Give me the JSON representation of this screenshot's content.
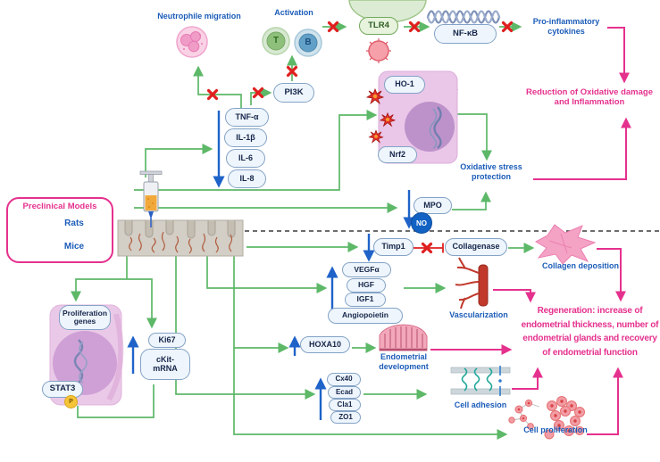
{
  "colors": {
    "green": "#5db868",
    "blue": "#1f63c9",
    "pink": "#e5318e",
    "red": "#e01f1f",
    "blue_text": "#1b5cb8"
  },
  "top": {
    "neutrophile_migration": "Neutrophile migration",
    "activation": "Activation",
    "t_cell": "T",
    "b_cell": "B",
    "pi3k": "PI3K",
    "tlr4": "TLR4",
    "nfkb": "NF-κB",
    "pro_inflammatory_cytokines": "Pro-inflammatory cytokines",
    "reduction": "Reduction of Oxidative damage and Inflammation"
  },
  "cytokines": [
    "TNF-α",
    "IL-1β",
    "IL-6",
    "IL-8"
  ],
  "oxidative_cell": {
    "ho1": "HO-1",
    "nrf2": "Nrf2",
    "protection": "Oxidative stress protection",
    "mpo": "MPO",
    "no": "NO"
  },
  "preclinical": {
    "title": "Preclinical Models",
    "rats": "Rats",
    "mice": "Mice"
  },
  "matrix": {
    "timp1": "Timp1",
    "collagenase": "Collagenase",
    "collagen_deposition": "Collagen deposition"
  },
  "angiogenesis": {
    "factors": [
      "VEGFα",
      "HGF",
      "IGF1",
      "Angiopoietin"
    ],
    "vascularization": "Vascularization"
  },
  "development": {
    "hoxa10": "HOXA10",
    "endometrial_development": "Endometrial development"
  },
  "adhesion": {
    "markers": [
      "Cx40",
      "Ecad",
      "Cla1",
      "ZO1"
    ],
    "cell_adhesion": "Cell adhesion"
  },
  "proliferation": {
    "genes": "Proliferation genes",
    "stat3": "STAT3",
    "phospho": "P",
    "ki67": "Ki67",
    "ckit": "cKit-mRNA",
    "cell_proliferation": "Cell proliferation"
  },
  "outcome": {
    "regeneration": "Regeneration: increase of endometrial thickness, number of endometrial glands and recovery of endometrial function"
  }
}
